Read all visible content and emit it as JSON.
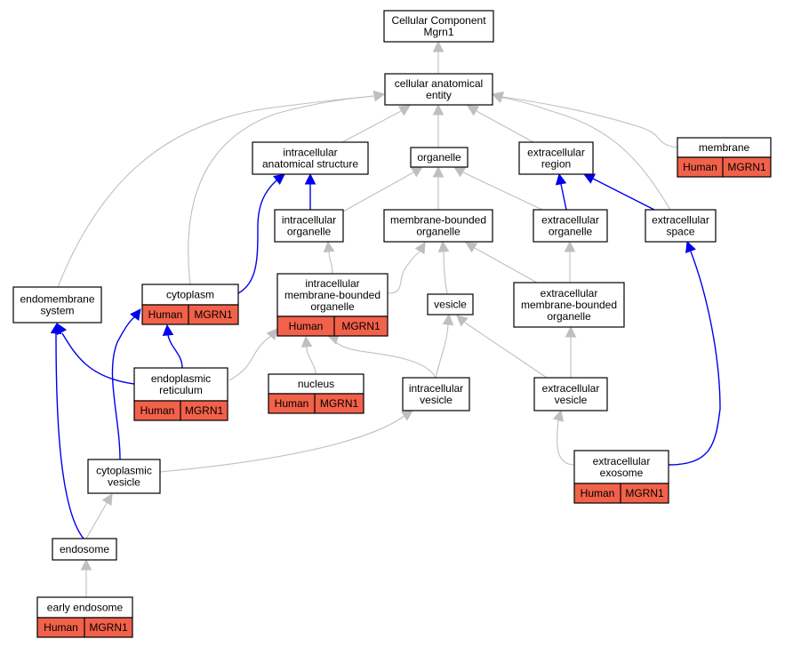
{
  "colors": {
    "edge_gray": "#bfbfbf",
    "edge_blue": "#0000ee",
    "annotation": "#f2614a"
  },
  "nodes": {
    "root": {
      "lines": [
        "Cellular Component",
        "Mgrn1"
      ]
    },
    "cellular_anatomical_entity": {
      "lines": [
        "cellular anatomical",
        "entity"
      ]
    },
    "intracellular_anatomical_structure": {
      "lines": [
        "intracellular",
        "anatomical structure"
      ]
    },
    "organelle": {
      "lines": [
        "organelle"
      ]
    },
    "extracellular_region": {
      "lines": [
        "extracellular",
        "region"
      ]
    },
    "membrane": {
      "lines": [
        "membrane"
      ],
      "annotation": [
        "Human",
        "MGRN1"
      ]
    },
    "intracellular_organelle": {
      "lines": [
        "intracellular",
        "organelle"
      ]
    },
    "membrane_bounded_organelle": {
      "lines": [
        "membrane-bounded",
        "organelle"
      ]
    },
    "extracellular_organelle": {
      "lines": [
        "extracellular",
        "organelle"
      ]
    },
    "extracellular_space": {
      "lines": [
        "extracellular",
        "space"
      ]
    },
    "endomembrane_system": {
      "lines": [
        "endomembrane",
        "system"
      ]
    },
    "cytoplasm": {
      "lines": [
        "cytoplasm"
      ],
      "annotation": [
        "Human",
        "MGRN1"
      ]
    },
    "intracellular_membrane_bounded_organelle": {
      "lines": [
        "intracellular",
        "membrane-bounded",
        "organelle"
      ],
      "annotation": [
        "Human",
        "MGRN1"
      ]
    },
    "vesicle": {
      "lines": [
        "vesicle"
      ]
    },
    "extracellular_membrane_bounded_organelle": {
      "lines": [
        "extracellular",
        "membrane-bounded",
        "organelle"
      ]
    },
    "endoplasmic_reticulum": {
      "lines": [
        "endoplasmic",
        "reticulum"
      ],
      "annotation": [
        "Human",
        "MGRN1"
      ]
    },
    "nucleus": {
      "lines": [
        "nucleus"
      ],
      "annotation": [
        "Human",
        "MGRN1"
      ]
    },
    "intracellular_vesicle": {
      "lines": [
        "intracellular",
        "vesicle"
      ]
    },
    "extracellular_vesicle": {
      "lines": [
        "extracellular",
        "vesicle"
      ]
    },
    "extracellular_exosome": {
      "lines": [
        "extracellular",
        "exosome"
      ],
      "annotation": [
        "Human",
        "MGRN1"
      ]
    },
    "cytoplasmic_vesicle": {
      "lines": [
        "cytoplasmic",
        "vesicle"
      ]
    },
    "endosome": {
      "lines": [
        "endosome"
      ]
    },
    "early_endosome": {
      "lines": [
        "early endosome"
      ],
      "annotation": [
        "Human",
        "MGRN1"
      ]
    }
  },
  "edges": [
    {
      "from": "cellular_anatomical_entity",
      "to": "root",
      "relation": "is_a"
    },
    {
      "from": "intracellular_anatomical_structure",
      "to": "cellular_anatomical_entity",
      "relation": "is_a"
    },
    {
      "from": "organelle",
      "to": "cellular_anatomical_entity",
      "relation": "is_a"
    },
    {
      "from": "extracellular_region",
      "to": "cellular_anatomical_entity",
      "relation": "is_a"
    },
    {
      "from": "membrane",
      "to": "cellular_anatomical_entity",
      "relation": "is_a"
    },
    {
      "from": "endomembrane_system",
      "to": "cellular_anatomical_entity",
      "relation": "is_a"
    },
    {
      "from": "cytoplasm",
      "to": "cellular_anatomical_entity",
      "relation": "is_a"
    },
    {
      "from": "extracellular_space",
      "to": "cellular_anatomical_entity",
      "relation": "is_a"
    },
    {
      "from": "intracellular_organelle",
      "to": "intracellular_anatomical_structure",
      "relation": "part_of"
    },
    {
      "from": "intracellular_organelle",
      "to": "organelle",
      "relation": "is_a"
    },
    {
      "from": "membrane_bounded_organelle",
      "to": "organelle",
      "relation": "is_a"
    },
    {
      "from": "extracellular_organelle",
      "to": "organelle",
      "relation": "is_a"
    },
    {
      "from": "extracellular_organelle",
      "to": "extracellular_region",
      "relation": "part_of"
    },
    {
      "from": "extracellular_space",
      "to": "extracellular_region",
      "relation": "part_of"
    },
    {
      "from": "cytoplasm",
      "to": "intracellular_anatomical_structure",
      "relation": "part_of"
    },
    {
      "from": "intracellular_membrane_bounded_organelle",
      "to": "intracellular_organelle",
      "relation": "is_a"
    },
    {
      "from": "intracellular_membrane_bounded_organelle",
      "to": "membrane_bounded_organelle",
      "relation": "is_a"
    },
    {
      "from": "vesicle",
      "to": "membrane_bounded_organelle",
      "relation": "is_a"
    },
    {
      "from": "extracellular_membrane_bounded_organelle",
      "to": "membrane_bounded_organelle",
      "relation": "is_a"
    },
    {
      "from": "extracellular_membrane_bounded_organelle",
      "to": "extracellular_organelle",
      "relation": "is_a"
    },
    {
      "from": "endoplasmic_reticulum",
      "to": "endomembrane_system",
      "relation": "part_of"
    },
    {
      "from": "endoplasmic_reticulum",
      "to": "cytoplasm",
      "relation": "part_of"
    },
    {
      "from": "endoplasmic_reticulum",
      "to": "intracellular_membrane_bounded_organelle",
      "relation": "is_a"
    },
    {
      "from": "nucleus",
      "to": "intracellular_membrane_bounded_organelle",
      "relation": "is_a"
    },
    {
      "from": "intracellular_vesicle",
      "to": "intracellular_membrane_bounded_organelle",
      "relation": "is_a"
    },
    {
      "from": "intracellular_vesicle",
      "to": "vesicle",
      "relation": "is_a"
    },
    {
      "from": "extracellular_vesicle",
      "to": "vesicle",
      "relation": "is_a"
    },
    {
      "from": "extracellular_vesicle",
      "to": "extracellular_membrane_bounded_organelle",
      "relation": "is_a"
    },
    {
      "from": "extracellular_exosome",
      "to": "extracellular_vesicle",
      "relation": "is_a"
    },
    {
      "from": "extracellular_exosome",
      "to": "extracellular_space",
      "relation": "part_of"
    },
    {
      "from": "cytoplasmic_vesicle",
      "to": "intracellular_vesicle",
      "relation": "is_a"
    },
    {
      "from": "cytoplasmic_vesicle",
      "to": "cytoplasm",
      "relation": "part_of"
    },
    {
      "from": "endosome",
      "to": "cytoplasmic_vesicle",
      "relation": "is_a"
    },
    {
      "from": "endosome",
      "to": "endomembrane_system",
      "relation": "part_of"
    },
    {
      "from": "early_endosome",
      "to": "endosome",
      "relation": "is_a"
    }
  ]
}
